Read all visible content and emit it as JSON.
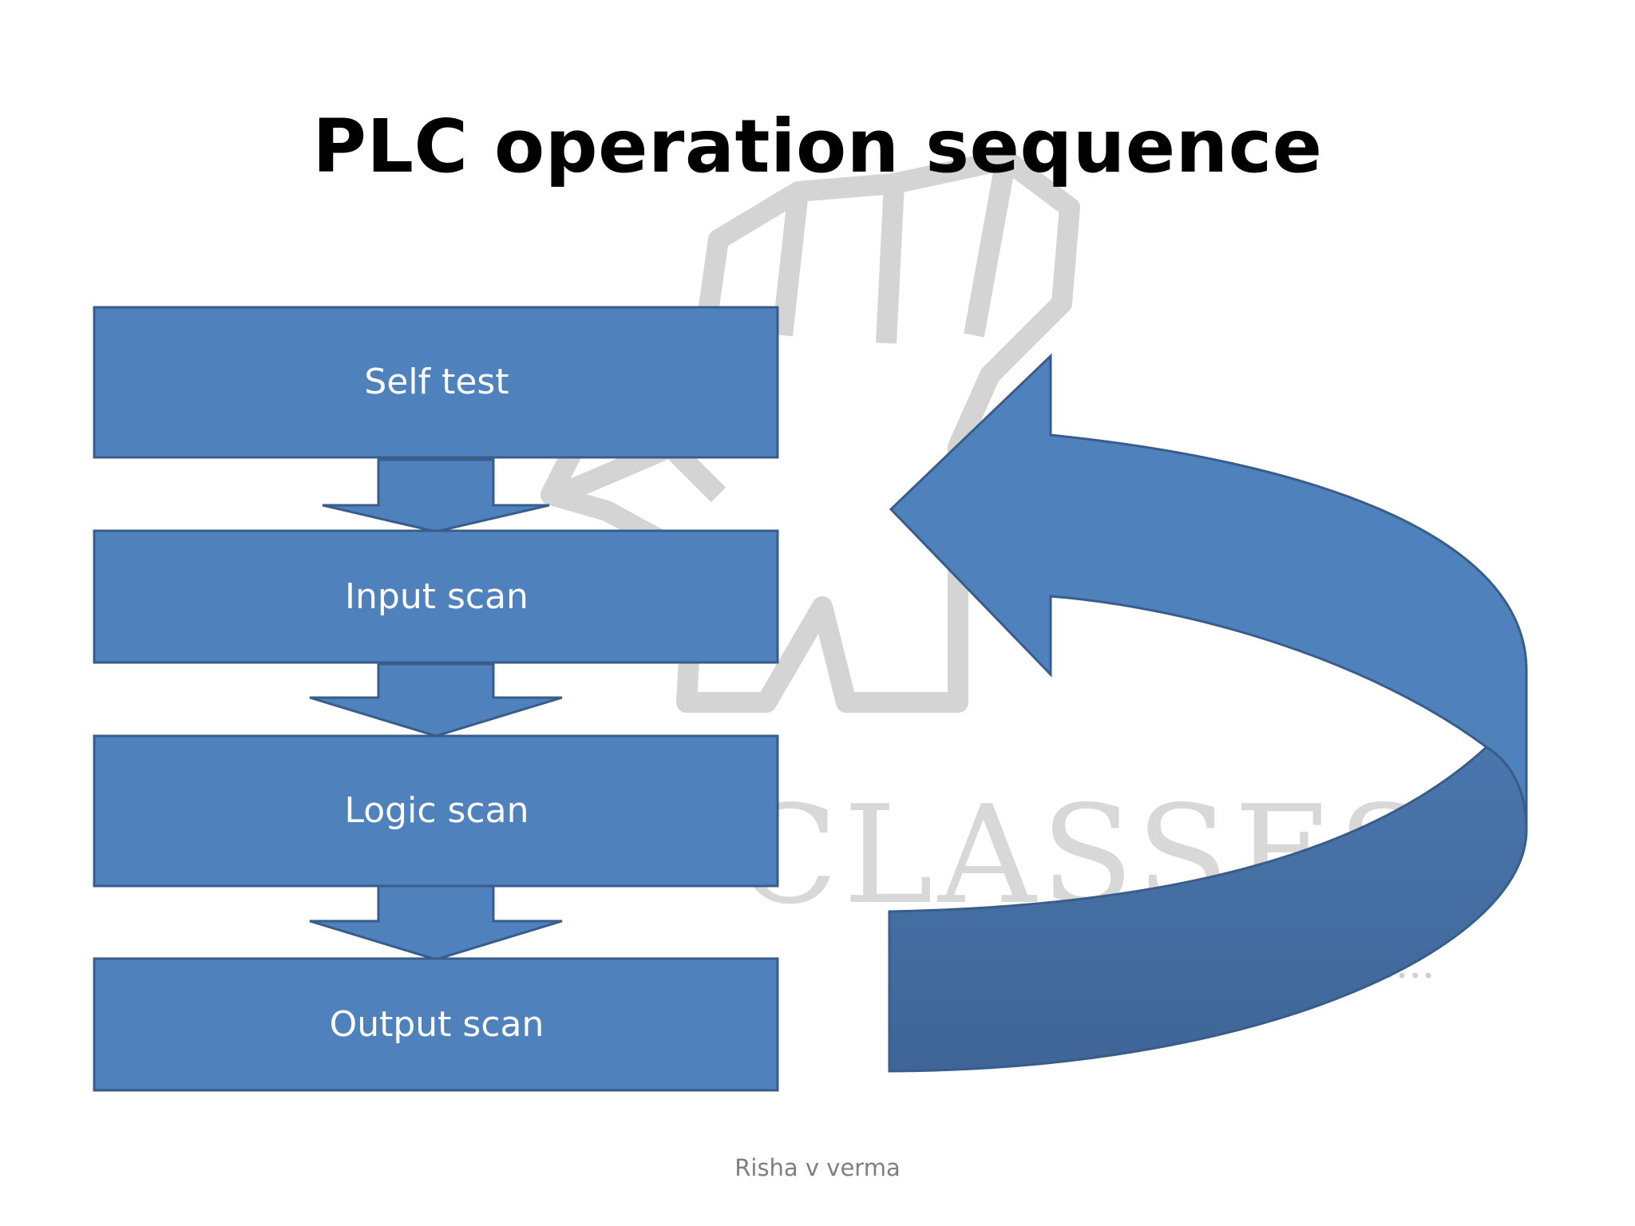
{
  "slide": {
    "title": "PLC operation sequence",
    "footer": "Risha v verma"
  },
  "steps": [
    {
      "label": "Self test"
    },
    {
      "label": "Input scan"
    },
    {
      "label": "Logic scan"
    },
    {
      "label": "Output scan"
    }
  ],
  "watermark": {
    "text_main": "CLASSES",
    "text_sub": "ATION.....",
    "emblem": "raised-fist-logo"
  },
  "colors": {
    "box_fill": "#4f81bd",
    "box_border": "#385d8a",
    "arrow_dark": "#41669a",
    "title": "#000000",
    "footer": "#7f7f7f"
  }
}
